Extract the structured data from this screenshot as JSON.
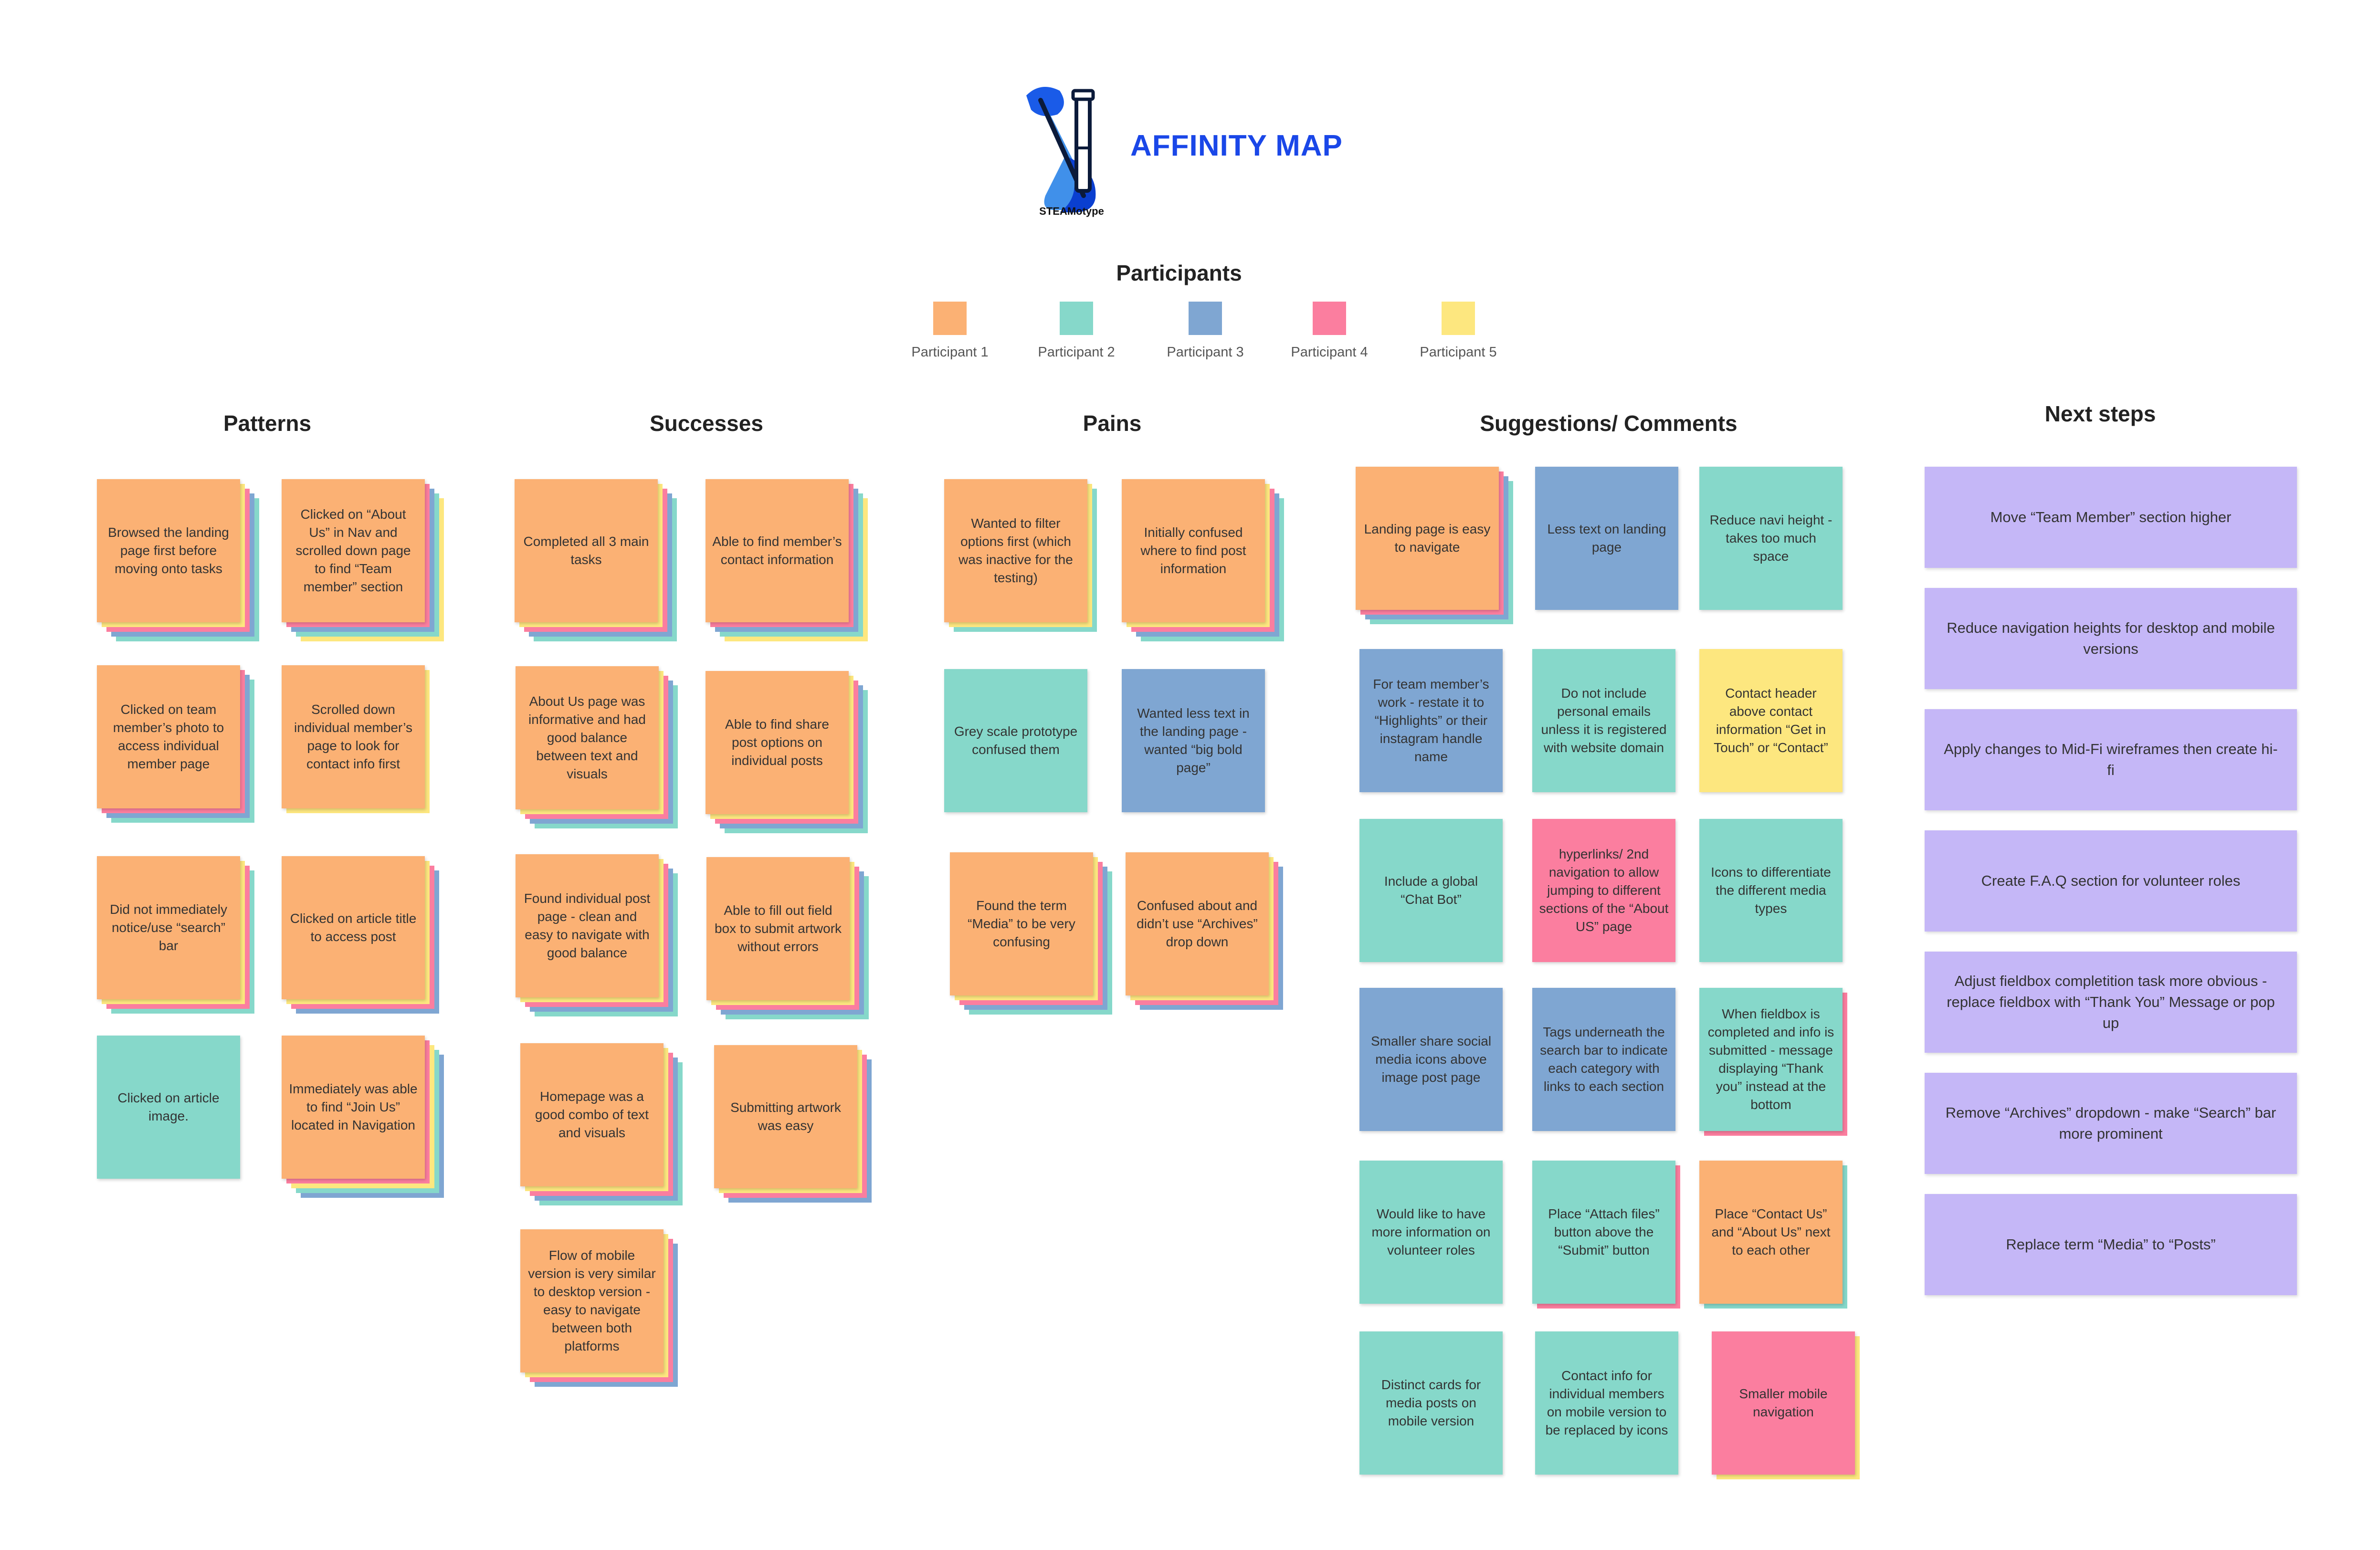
{
  "header": {
    "logo_text": "STEAMotype",
    "title": "AFFINITY MAP"
  },
  "legend": {
    "title": "Participants",
    "items": [
      {
        "label": "Participant 1",
        "color": "#fbb174"
      },
      {
        "label": "Participant 2",
        "color": "#86d8ca"
      },
      {
        "label": "Participant 3",
        "color": "#7fa6d2"
      },
      {
        "label": "Participant 4",
        "color": "#fb7e9f"
      },
      {
        "label": "Participant 5",
        "color": "#fde77f"
      }
    ]
  },
  "colors": {
    "p1": "#fbb174",
    "p2": "#86d8ca",
    "p3": "#7fa6d2",
    "p4": "#fb7e9f",
    "p5": "#fde77f",
    "next_steps": "#c5b7f7",
    "title": "#1a47e8"
  },
  "columns": [
    {
      "title": "Patterns",
      "notes": [
        {
          "text": "Browsed the landing page first before moving onto tasks",
          "color": "p1",
          "stack": [
            "p5",
            "p4",
            "p3",
            "p2"
          ]
        },
        {
          "text": "Clicked on “About Us” in Nav and scrolled down page to find “Team member” section",
          "color": "p1",
          "stack": [
            "p4",
            "p3",
            "p2",
            "p5"
          ]
        },
        {
          "text": "Clicked on team member’s photo to access individual member page",
          "color": "p1",
          "stack": [
            "p4",
            "p3",
            "p2"
          ]
        },
        {
          "text": "Scrolled down individual member’s page to look for contact info first",
          "color": "p1",
          "stack": [
            "p5"
          ]
        },
        {
          "text": "Did not immediately notice/use “search” bar",
          "color": "p1",
          "stack": [
            "p5",
            "p4",
            "p2"
          ]
        },
        {
          "text": "Clicked on article title to access post",
          "color": "p1",
          "stack": [
            "p5",
            "p4",
            "p3"
          ]
        },
        {
          "text": "Clicked on article image.",
          "color": "p2",
          "stack": []
        },
        {
          "text": "Immediately was able to find  “Join Us” located in Navigation",
          "color": "p1",
          "stack": [
            "p4",
            "p5",
            "p2",
            "p3"
          ]
        }
      ]
    },
    {
      "title": "Successes",
      "notes": [
        {
          "text": "Completed all 3 main tasks",
          "color": "p1",
          "stack": [
            "p5",
            "p4",
            "p3",
            "p2"
          ]
        },
        {
          "text": "Able to find member’s contact information",
          "color": "p1",
          "stack": [
            "p4",
            "p3",
            "p2",
            "p5"
          ]
        },
        {
          "text": "About Us page was informative and had good balance between text and visuals",
          "color": "p1",
          "stack": [
            "p5",
            "p4",
            "p3",
            "p2"
          ]
        },
        {
          "text": "Able to find share post options on individual posts",
          "color": "p1",
          "stack": [
            "p5",
            "p4",
            "p3",
            "p2"
          ]
        },
        {
          "text": "Found individual post page - clean and easy to navigate with good balance",
          "color": "p1",
          "stack": [
            "p5",
            "p4",
            "p3",
            "p2"
          ]
        },
        {
          "text": "Able to fill out field box to submit artwork without errors",
          "color": "p1",
          "stack": [
            "p5",
            "p4",
            "p3",
            "p2"
          ]
        },
        {
          "text": "Homepage was a good combo of text and visuals",
          "color": "p1",
          "stack": [
            "p5",
            "p4",
            "p3",
            "p2"
          ]
        },
        {
          "text": "Submitting artwork was easy",
          "color": "p1",
          "stack": [
            "p5",
            "p4",
            "p3"
          ]
        },
        {
          "text": "Flow of mobile version is very similar to desktop version - easy to navigate between both platforms",
          "color": "p1",
          "stack": [
            "p5",
            "p4",
            "p3"
          ]
        }
      ]
    },
    {
      "title": "Pains",
      "notes": [
        {
          "text": "Wanted to filter options first (which was inactive for the testing)",
          "color": "p1",
          "stack": [
            "p5",
            "p2"
          ]
        },
        {
          "text": "Initially confused where to find post information",
          "color": "p1",
          "stack": [
            "p5",
            "p4",
            "p3",
            "p2"
          ]
        },
        {
          "text": "Grey scale prototype confused them",
          "color": "p2",
          "stack": []
        },
        {
          "text": "Wanted less text in the landing page - wanted “big bold page”",
          "color": "p3",
          "stack": []
        },
        {
          "text": "Found the term “Media” to be very confusing",
          "color": "p1",
          "stack": [
            "p5",
            "p4",
            "p3",
            "p2"
          ]
        },
        {
          "text": "Confused about and didn’t use “Archives” drop down",
          "color": "p1",
          "stack": [
            "p5",
            "p4",
            "p3"
          ]
        }
      ]
    },
    {
      "title": "Suggestions/ Comments",
      "notes": [
        {
          "text": "Landing page is easy to navigate",
          "color": "p1",
          "stack": [
            "p4",
            "p3",
            "p2"
          ]
        },
        {
          "text": "Less text on landing page",
          "color": "p3",
          "stack": []
        },
        {
          "text": "Reduce navi height - takes too much space",
          "color": "p2",
          "stack": []
        },
        {
          "text": "For team member’s work - restate it to “Highlights” or their instagram handle name",
          "color": "p3",
          "stack": []
        },
        {
          "text": "Do not include personal emails unless it is registered  with website domain",
          "color": "p2",
          "stack": []
        },
        {
          "text": "Contact header above contact information “Get in Touch” or “Contact”",
          "color": "p5",
          "stack": []
        },
        {
          "text": "Include a global “Chat Bot”",
          "color": "p2",
          "stack": []
        },
        {
          "text": "hyperlinks/ 2nd navigation to allow jumping to different sections of the “About US” page",
          "color": "p4",
          "stack": []
        },
        {
          "text": "Icons to differentiate the different media types",
          "color": "p2",
          "stack": []
        },
        {
          "text": "Smaller share social media icons above image post page",
          "color": "p3",
          "stack": []
        },
        {
          "text": "Tags underneath the search bar to indicate each category with links to each section",
          "color": "p3",
          "stack": []
        },
        {
          "text": "When fieldbox is completed and info is submitted - message displaying “Thank you” instead at the bottom",
          "color": "p2",
          "stack": [
            "p4"
          ]
        },
        {
          "text": "Would like to have more information on volunteer roles",
          "color": "p2",
          "stack": []
        },
        {
          "text": "Place “Attach files” button above the “Submit” button",
          "color": "p2",
          "stack": [
            "p4"
          ]
        },
        {
          "text": "Place “Contact Us” and “About Us” next to each other",
          "color": "p1",
          "stack": [
            "p2"
          ]
        },
        {
          "text": "Distinct cards for media posts on mobile version",
          "color": "p2",
          "stack": []
        },
        {
          "text": "Contact info for individual members on mobile version to be replaced by icons",
          "color": "p2",
          "stack": []
        },
        {
          "text": "Smaller mobile navigation",
          "color": "p4",
          "stack": [
            "p5"
          ]
        }
      ]
    }
  ],
  "next_steps": {
    "title": "Next steps",
    "items": [
      "Move “Team Member” section higher",
      "Reduce navigation heights for desktop and mobile versions",
      "Apply changes to Mid-Fi wireframes then create hi-fi",
      "Create F.A.Q section for volunteer roles",
      "Adjust fieldbox completition task more obvious - replace fieldbox with “Thank You” Message or pop up",
      "Remove “Archives” dropdown - make “Search” bar more prominent",
      "Replace term “Media” to “Posts”"
    ]
  }
}
